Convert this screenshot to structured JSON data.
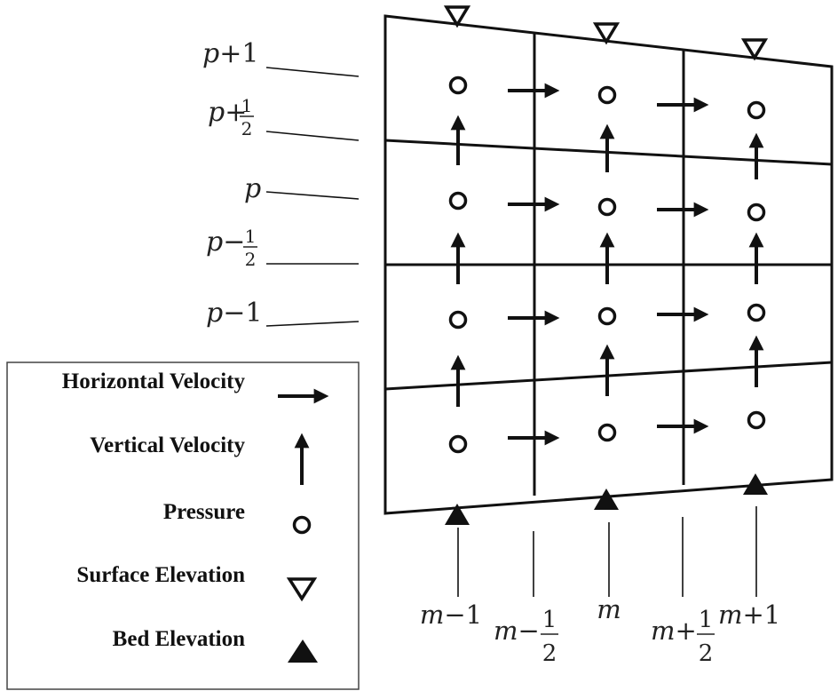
{
  "row_labels": {
    "p_plus_1": {
      "var": "p",
      "rest": "+1"
    },
    "p_plus_half": {
      "var": "p",
      "rest": "+",
      "num": "1",
      "den": "2"
    },
    "p": {
      "var": "p",
      "rest": ""
    },
    "p_minus_half": {
      "var": "p",
      "rest": "−",
      "num": "1",
      "den": "2"
    },
    "p_minus_1": {
      "var": "p",
      "rest": "−1"
    }
  },
  "col_labels": {
    "m_minus_1": {
      "var": "m",
      "rest": "−1"
    },
    "m_minus_half": {
      "var": "m",
      "rest": "−",
      "num": "1",
      "den": "2"
    },
    "m": {
      "var": "m",
      "rest": ""
    },
    "m_plus_half": {
      "var": "m",
      "rest": "+",
      "num": "1",
      "den": "2"
    },
    "m_plus_1": {
      "var": "m",
      "rest": "+1"
    }
  },
  "legend": {
    "horizontal_velocity": "Horizontal Velocity",
    "vertical_velocity": "Vertical Velocity",
    "pressure": "Pressure",
    "surface_elevation": "Surface Elevation",
    "bed_elevation": "Bed Elevation"
  },
  "symbols": {
    "horizontal_velocity": "right-arrow-icon",
    "vertical_velocity": "up-arrow-icon",
    "pressure": "open-circle-icon",
    "surface_elevation": "open-down-triangle-icon",
    "bed_elevation": "filled-up-triangle-icon"
  },
  "colors": {
    "line": "#111111",
    "text": "#222222"
  }
}
